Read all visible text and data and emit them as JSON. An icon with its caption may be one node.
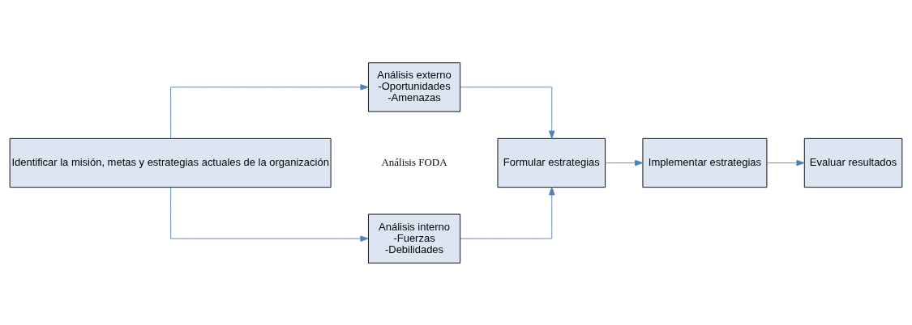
{
  "diagram": {
    "nodes": [
      {
        "text": [
          "Identificar la misión, metas y estrategias actuales de la organización"
        ]
      },
      {
        "text": [
          "Análisis externo",
          "-Oportunidades",
          "-Amenazas"
        ]
      },
      {
        "text": [
          "Análisis interno",
          "-Fuerzas",
          "-Debilidades"
        ]
      },
      {
        "text": [
          "Formular estrategias"
        ]
      },
      {
        "text": [
          "Implementar estrategias"
        ]
      },
      {
        "text": [
          "Evaluar resultados"
        ]
      }
    ],
    "edges": [
      {
        "from": 0,
        "to": 1,
        "arrow": "to"
      },
      {
        "from": 0,
        "to": 2,
        "arrow": "to"
      },
      {
        "from": 1,
        "to": 3,
        "arrow": "to"
      },
      {
        "from": 2,
        "to": 3,
        "arrow": "to"
      },
      {
        "from": 3,
        "to": 4,
        "arrow": "to"
      },
      {
        "from": 4,
        "to": 5,
        "arrow": "to"
      }
    ],
    "labels": [
      "Análisis FODA"
    ]
  }
}
